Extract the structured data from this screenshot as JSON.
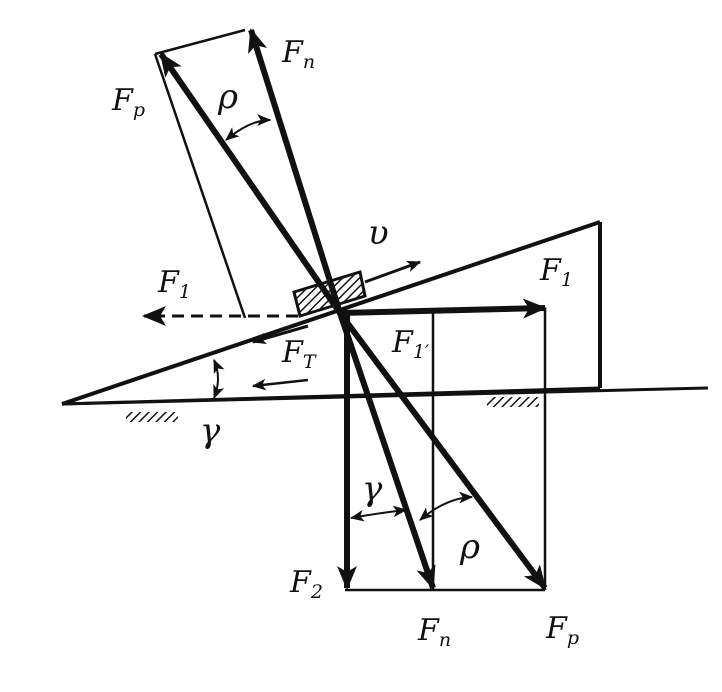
{
  "diagram": {
    "labels": {
      "fn_top": "Fn",
      "fp_top": "Fp",
      "rho_top": "ρ",
      "v": "υ",
      "f1_left": "F1",
      "f1_right": "F1",
      "f1_prime": "F1′",
      "ft": "FT",
      "gamma_left": "γ",
      "gamma_bottom": "γ",
      "rho_bottom": "ρ",
      "f2": "F2",
      "fn_bottom": "Fn",
      "fp_bottom": "Fp"
    },
    "colors": {
      "ink": "#111111",
      "paper": "#ffffff"
    }
  }
}
